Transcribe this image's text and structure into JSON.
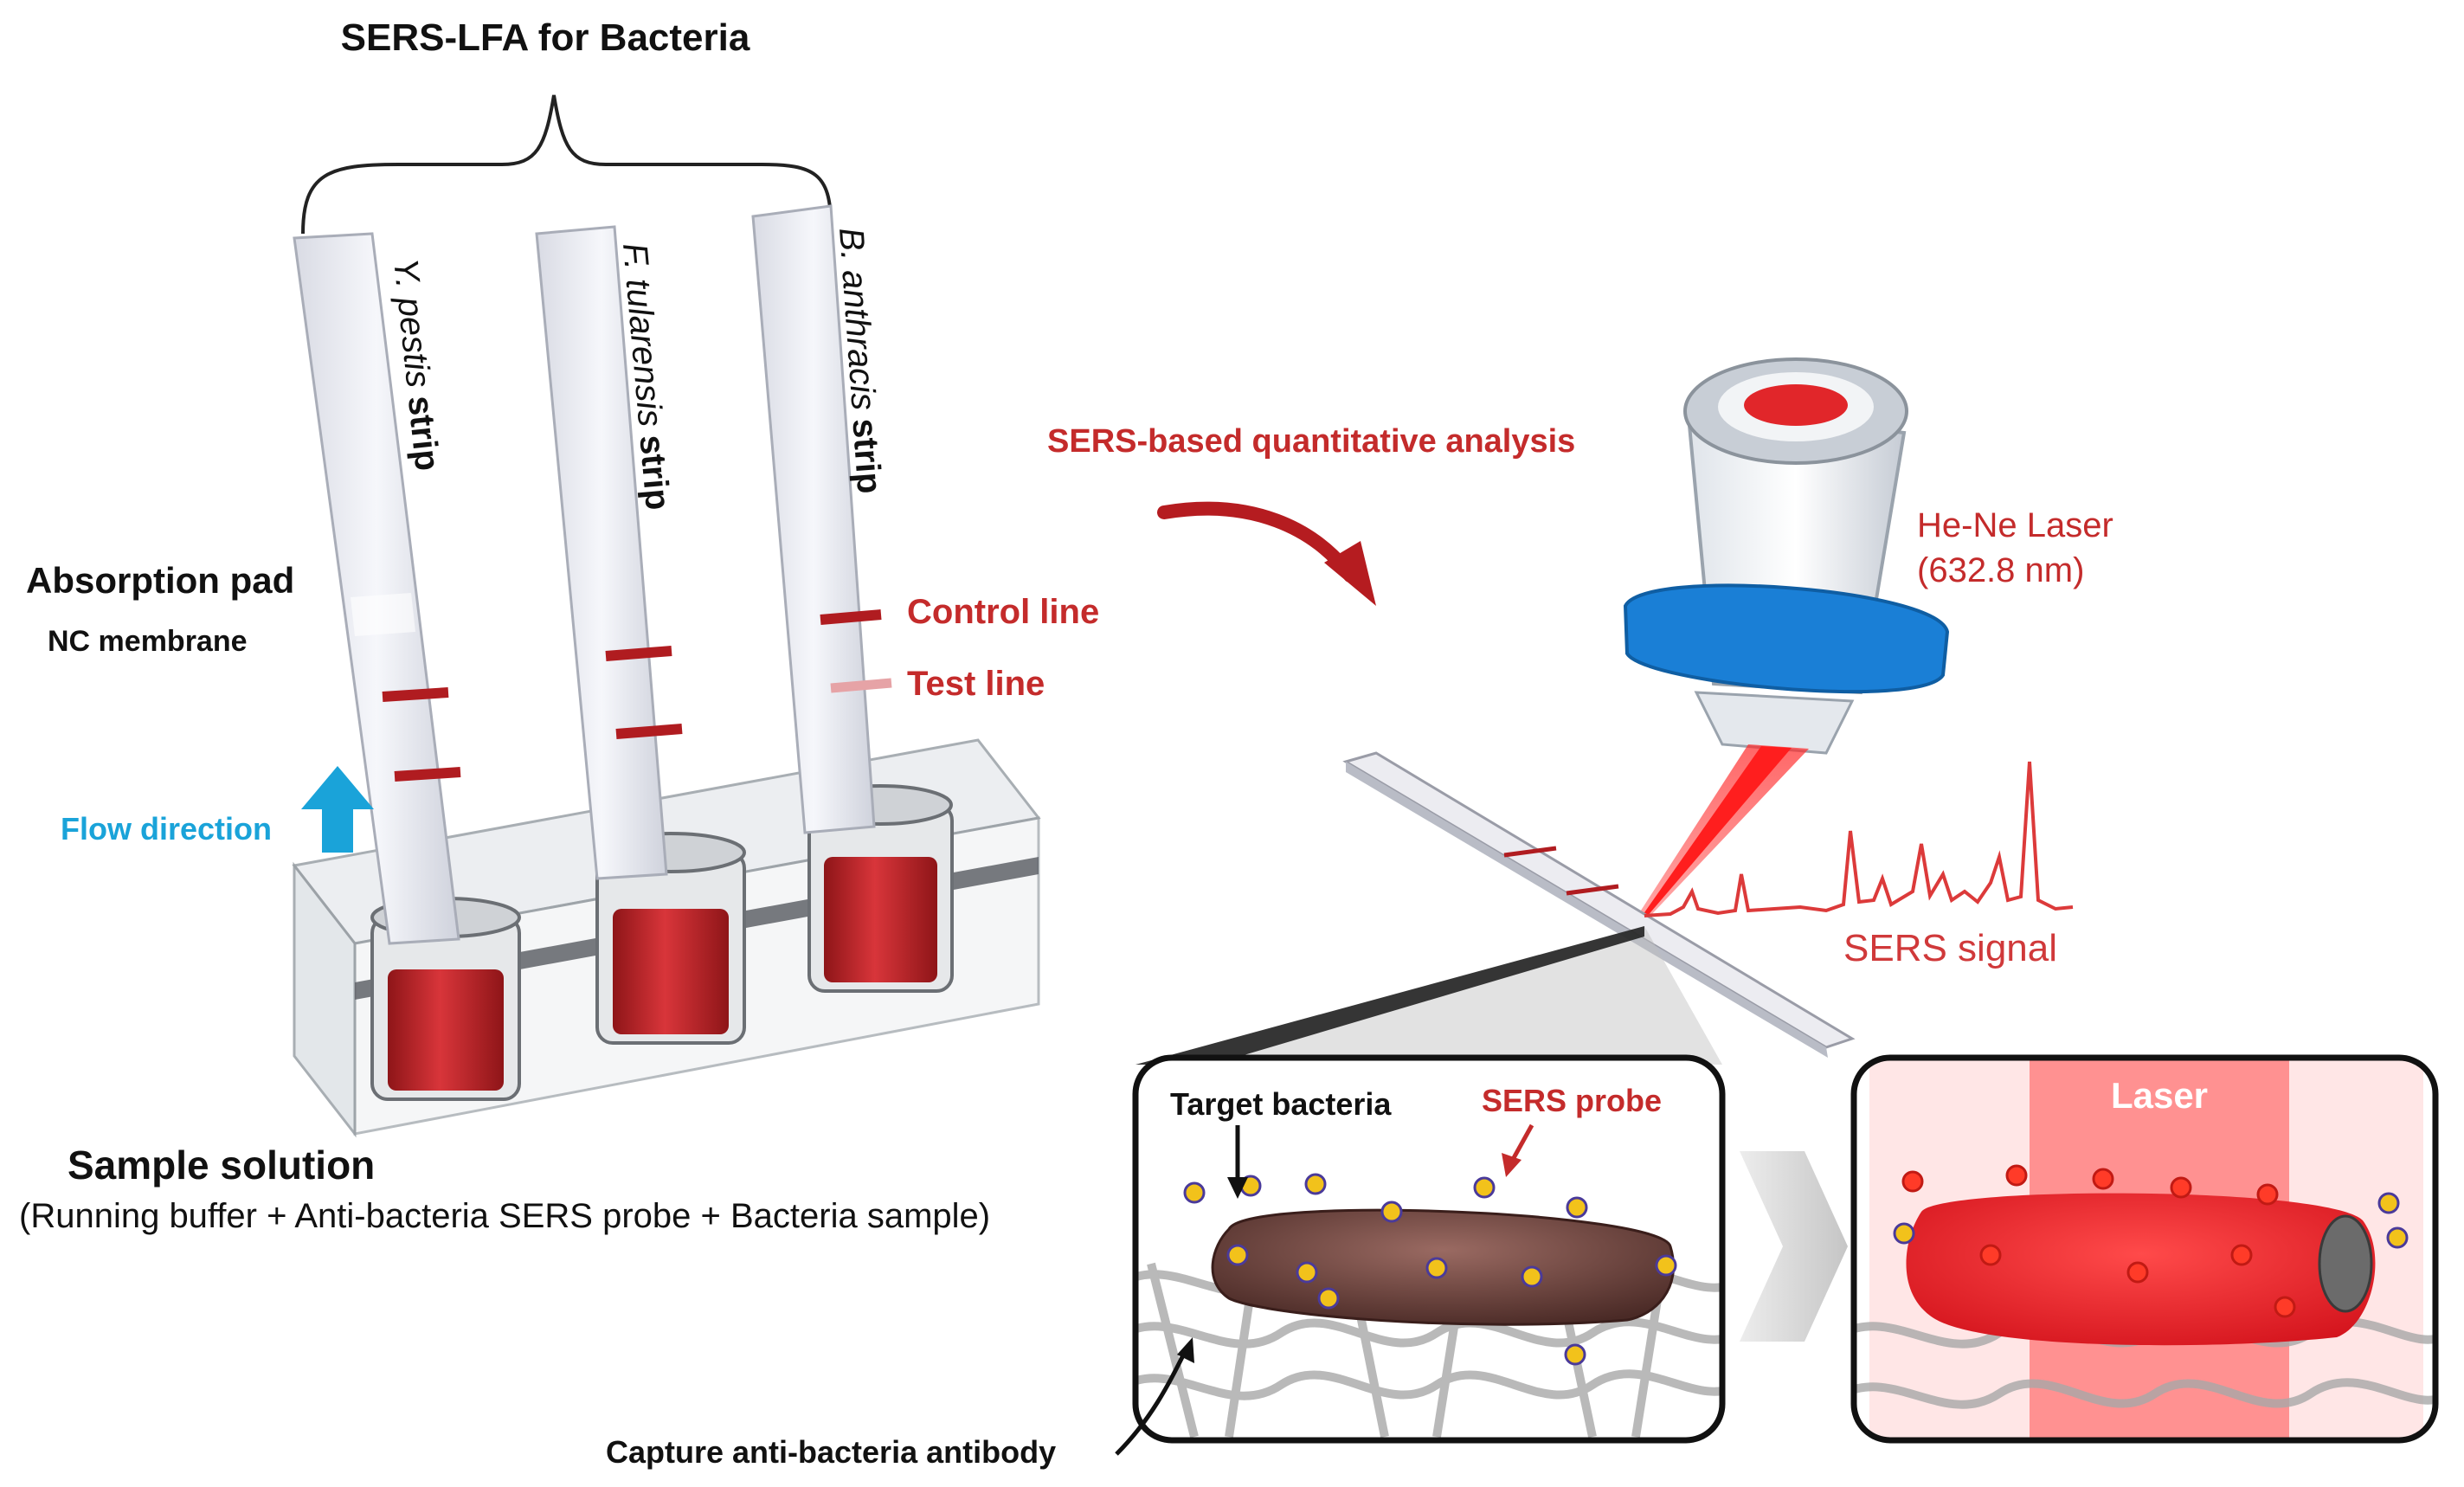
{
  "title": "SERS-LFA for Bacteria",
  "strips": [
    {
      "species": "Y. pestis",
      "suffix": "strip"
    },
    {
      "species": "F. tularensis",
      "suffix": "strip"
    },
    {
      "species": "B. anthracis",
      "suffix": "strip"
    }
  ],
  "labels": {
    "absorption_pad": "Absorption pad",
    "nc_membrane": "NC membrane",
    "flow_direction": "Flow direction",
    "control_line": "Control line",
    "test_line": "Test line",
    "sample_solution": "Sample solution",
    "sample_composition": "(Running buffer + Anti-bacteria SERS probe + Bacteria sample)",
    "analysis": "SERS-based quantitative analysis",
    "laser_name": "He-Ne Laser",
    "laser_wavelength": "(632.8 nm)",
    "sers_signal": "SERS signal",
    "target_bacteria": "Target bacteria",
    "sers_probe": "SERS probe",
    "laser": "Laser",
    "capture_antibody": "Capture anti-bacteria antibody"
  },
  "colors": {
    "accent_red": "#c42b2b",
    "flow_blue": "#1aa3d9",
    "sample_red": "#c8262a",
    "laser_ring_blue": "#1a7fd6"
  }
}
